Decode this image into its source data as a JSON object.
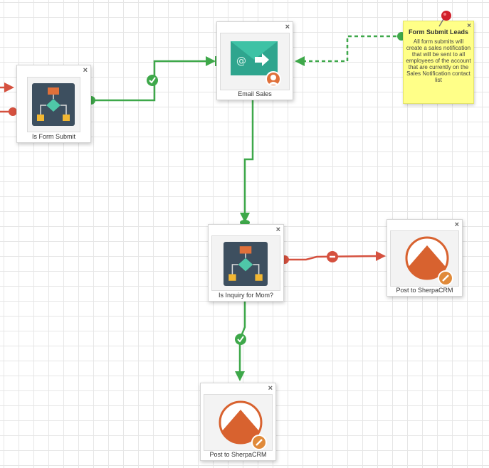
{
  "nodes": {
    "is_form_submit": {
      "label": "Is Form Submit",
      "close": "×"
    },
    "email_sales": {
      "label": "Email Sales",
      "close": "×"
    },
    "is_inquiry_for_mom": {
      "label": "Is Inquiry for Mom?",
      "close": "×"
    },
    "post_to_sherpacrm_right": {
      "label": "Post to SherpaCRM",
      "close": "×"
    },
    "post_to_sherpacrm_bottom": {
      "label": "Post to SherpaCRM",
      "close": "×"
    }
  },
  "note": {
    "title": "Form Submit Leads",
    "body": "All form submits will create a sales notification that will be sent to all employees of the account that are currently on the Sales Notification contact list",
    "close": "×"
  },
  "colors": {
    "yes_path": "#3ea84a",
    "no_path": "#d5513f",
    "decision_tile": "#3d4f5f",
    "email_tile": "#2fa58e",
    "sherpa_orange": "#d8622f",
    "note_yellow": "#ffff88"
  },
  "icons": [
    "decision-icon",
    "email-icon",
    "sherpa-crm-icon",
    "edit-pencil-icon",
    "user-avatar-icon",
    "push-pin-icon",
    "check-icon",
    "minus-icon",
    "close-icon"
  ]
}
